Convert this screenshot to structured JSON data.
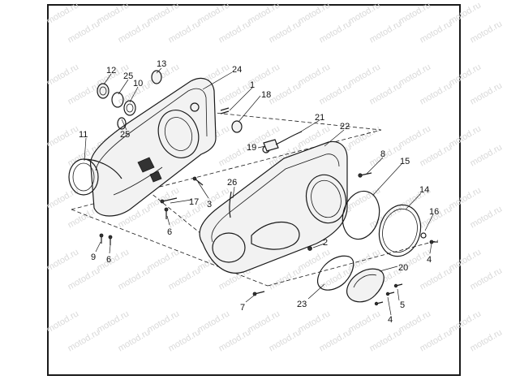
{
  "watermark": "motod.ru",
  "callouts": [
    "12",
    "13",
    "25",
    "10",
    "24",
    "1",
    "18",
    "11",
    "25",
    "21",
    "22",
    "19",
    "8",
    "15",
    "14",
    "26",
    "3",
    "17",
    "6",
    "16",
    "9",
    "6",
    "2",
    "4",
    "20",
    "7",
    "23",
    "5",
    "4"
  ]
}
